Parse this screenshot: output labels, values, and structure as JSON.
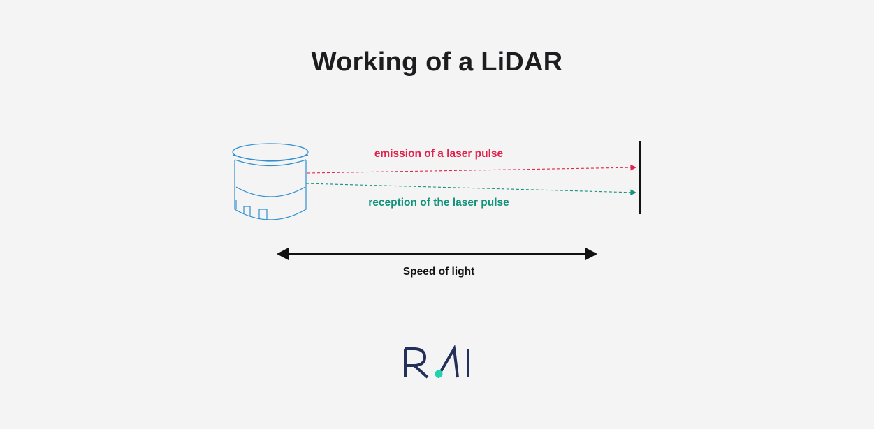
{
  "title": "Working of a LiDAR",
  "labels": {
    "emission": "emission of a laser pulse",
    "reception": "reception of the laser pulse",
    "speed": "Speed of light"
  },
  "logo": {
    "text": "RAI"
  },
  "colors": {
    "background": "#f4f4f4",
    "emission": "#e0234e",
    "reception": "#12927a",
    "device_outline": "#2f8fd0",
    "logo_letters": "#23305a",
    "logo_dot": "#22d3b0",
    "text": "#1d1d1f"
  },
  "icons": {
    "device": "lidar-sensor-icon",
    "target": "target-wall-icon"
  }
}
